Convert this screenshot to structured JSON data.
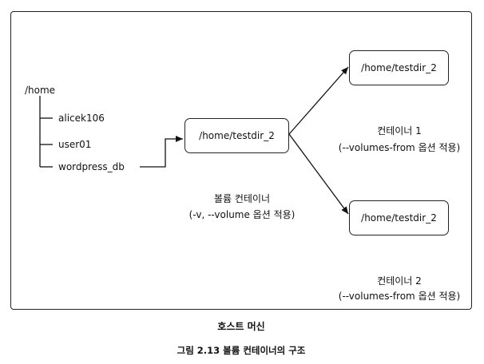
{
  "host": {
    "label": "호스트 머신"
  },
  "tree": {
    "root": "/home",
    "children": [
      "alicek106",
      "user01",
      "wordpress_db"
    ]
  },
  "volume_container": {
    "path": "/home/testdir_2",
    "label_line1": "볼륨 컨테이너",
    "label_line2": "(-v, --volume 옵션 적용)"
  },
  "container1": {
    "path": "/home/testdir_2",
    "label_line1": "컨테이너 1",
    "label_line2": "(--volumes-from 옵션 적용)"
  },
  "container2": {
    "path": "/home/testdir_2",
    "label_line1": "컨테이너 2",
    "label_line2": "(--volumes-from 옵션 적용)"
  },
  "caption": "그림 2.13 볼륨 컨테이너의 구조"
}
